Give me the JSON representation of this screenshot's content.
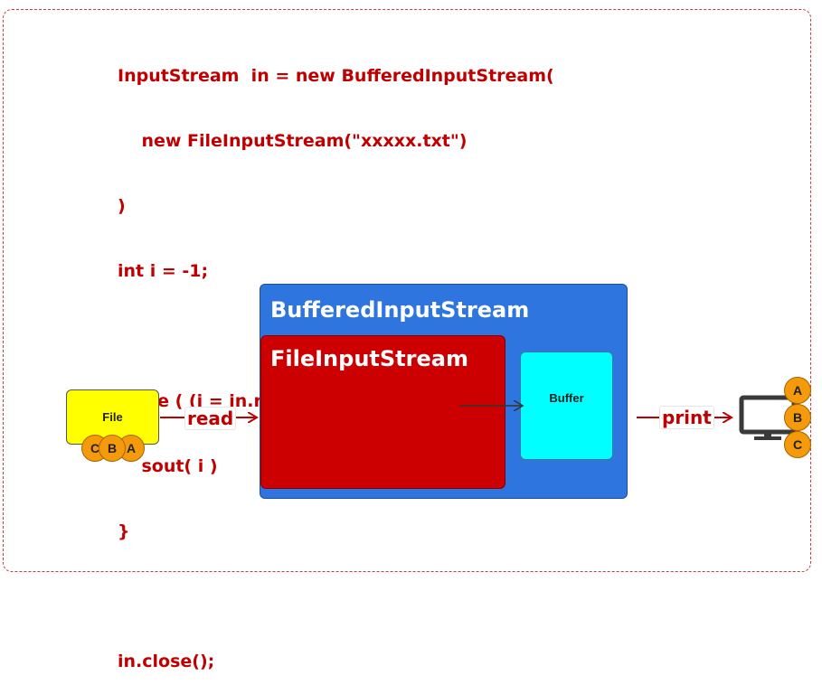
{
  "code": {
    "lines": [
      "InputStream  in = new BufferedInputStream(",
      "    new FileInputStream(\"xxxxx.txt\")",
      ")",
      "int i = -1;",
      "",
      "while ( (i = in.read()) != -1 ) {",
      "    sout( i )",
      "}",
      "",
      "in.close();"
    ]
  },
  "diagram": {
    "outer_stream": "BufferedInputStream",
    "inner_stream": "FileInputStream",
    "buffer": "Buffer",
    "file": "File",
    "read_label": "read",
    "print_label": "print",
    "file_bytes": [
      "C",
      "B",
      "A"
    ],
    "output_bytes": [
      "A",
      "B",
      "C"
    ]
  },
  "colors": {
    "code": "#c00000",
    "outer_box": "#2e75e0",
    "inner_box": "#cc0000",
    "buffer": "#00ffff",
    "file": "#ffff00",
    "byte": "#f59a0a"
  },
  "icons": {
    "output_device": "monitor-icon"
  }
}
